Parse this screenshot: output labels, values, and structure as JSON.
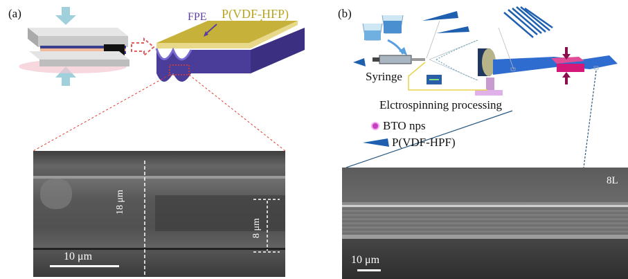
{
  "panel_a": {
    "label": "(a)",
    "layer_labels": {
      "fpe": "FPE",
      "pvdf": "P(VDF-HFP)"
    },
    "sem": {
      "total_thickness": "18 μm",
      "layer_thickness": "8 μm",
      "scale_bar": "10 μm"
    }
  },
  "panel_b": {
    "label": "(b)",
    "syringe": "Syringe",
    "process": "Elctrospinning processing",
    "legend": [
      {
        "label": "BTO nps",
        "icon": "sphere-icon"
      },
      {
        "label": "P(VDF-HPF)",
        "icon": "fiber-icon"
      }
    ],
    "sem": {
      "layers": "8L",
      "scale_bar": "10 μm"
    }
  },
  "colors": {
    "fpe": "#5b3fa0",
    "pvdf": "#c6b23a",
    "substrate": "#3b73c4",
    "press": "#d4187a",
    "guide_red": "#e23b2e",
    "guide_blue": "#27577f"
  }
}
